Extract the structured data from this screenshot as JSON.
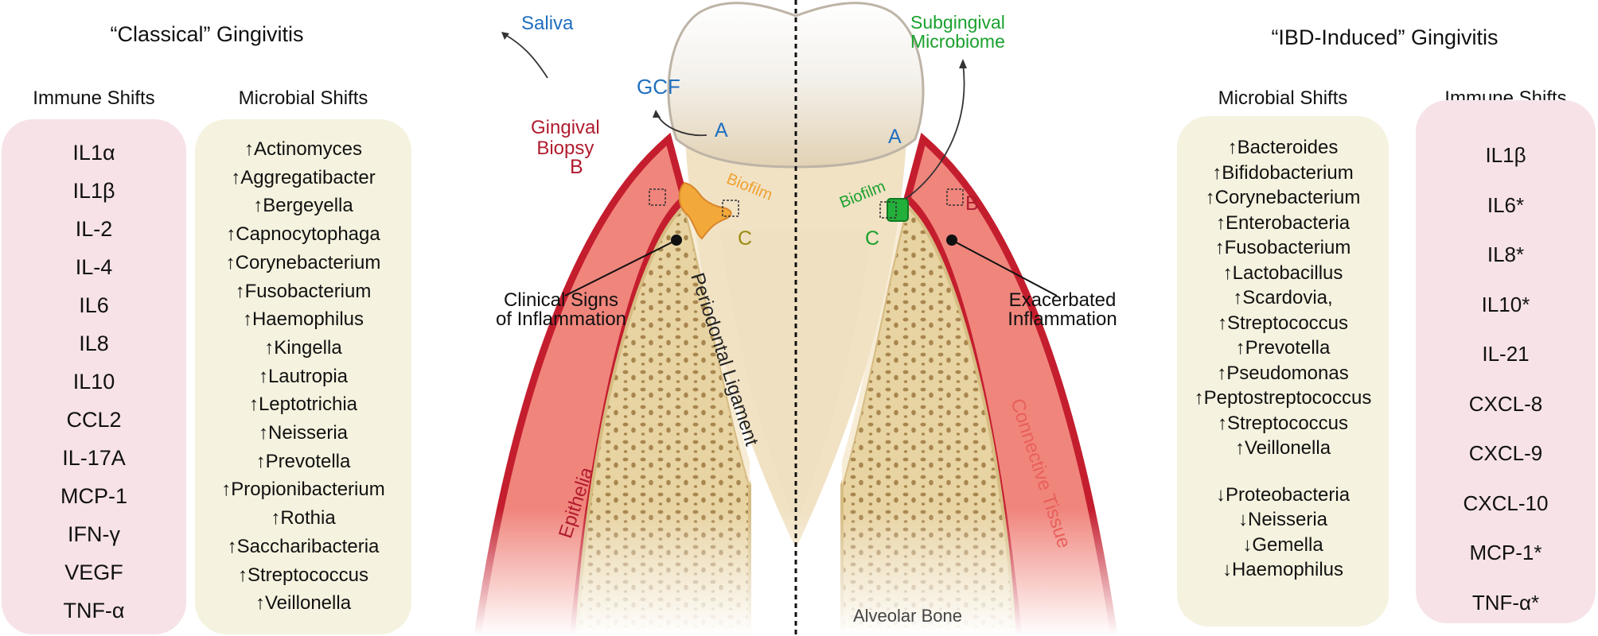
{
  "left": {
    "title": "“Classical” Gingivitis",
    "immune_header": "Immune Shifts",
    "microbial_header": "Microbial Shifts",
    "immune": [
      "IL1α",
      "IL1β",
      "IL-2",
      "IL-4",
      "IL6",
      "IL8",
      "IL10",
      "CCL2",
      "IL-17A",
      "MCP-1",
      "IFN-γ",
      "VEGF",
      "TNF-α"
    ],
    "microbial": [
      "↑Actinomyces",
      "↑Aggregatibacter",
      "↑Bergeyella",
      "↑Capnocytophaga",
      "↑Corynebacterium",
      "↑Fusobacterium",
      "↑Haemophilus",
      "↑Kingella",
      "↑Lautropia",
      "↑Leptotrichia",
      "↑Neisseria",
      "↑Prevotella",
      "↑Propionibacterium",
      "↑Rothia",
      "↑Saccharibacteria",
      "↑Streptococcus",
      "↑Veillonella"
    ]
  },
  "right": {
    "title": "“IBD-Induced” Gingivitis",
    "microbial_header": "Microbial Shifts",
    "immune_header": "Immune Shifts",
    "microbial_up": [
      "↑Bacteroides",
      "↑Bifidobacterium",
      "↑Corynebacterium",
      "↑Enterobacteria",
      "↑Fusobacterium",
      "↑Lactobacillus",
      "↑Scardovia,",
      "↑Streptococcus",
      "↑Prevotella",
      "↑Pseudomonas",
      "↑Peptostreptococcus",
      "↑Streptococcus",
      "↑Veillonella"
    ],
    "microbial_down": [
      "↓Proteobacteria",
      "↓Neisseria",
      "↓Gemella",
      "↓Haemophilus"
    ],
    "immune": [
      "IL1β",
      "IL6*",
      "IL8*",
      "IL10*",
      "IL-21",
      "CXCL-8",
      "CXCL-9",
      "CXCL-10",
      "MCP-1*",
      "TNF-α*"
    ]
  },
  "diagram": {
    "saliva": "Saliva",
    "gcf": "GCF",
    "subgingival_line1": "Subgingival",
    "subgingival_line2": "Microbiome",
    "gingival_biopsy_line1": "Gingival",
    "gingival_biopsy_line2": "Biopsy",
    "label_a": "A",
    "label_b": "B",
    "label_c": "C",
    "biofilm": "Biofilm",
    "clinical_line1": "Clinical Signs",
    "clinical_line2": "of Inflammation",
    "exacerbated_line1": "Exacerbated",
    "exacerbated_line2": "Inflammation",
    "periodontal_ligament": "Periodontal Ligament",
    "epithelia": "Epithelia",
    "connective_tissue": "Connective Tissue",
    "alveolar_bone": "Alveolar Bone"
  },
  "colors": {
    "blue": "#1f6fc0",
    "red": "#b01c2e",
    "orange": "#f0a030",
    "green": "#1aa12e",
    "olive": "#9a8a10",
    "salmon": "#e8605a",
    "pink_box": "#f6e2e7",
    "cream_box": "#f5f2df"
  }
}
